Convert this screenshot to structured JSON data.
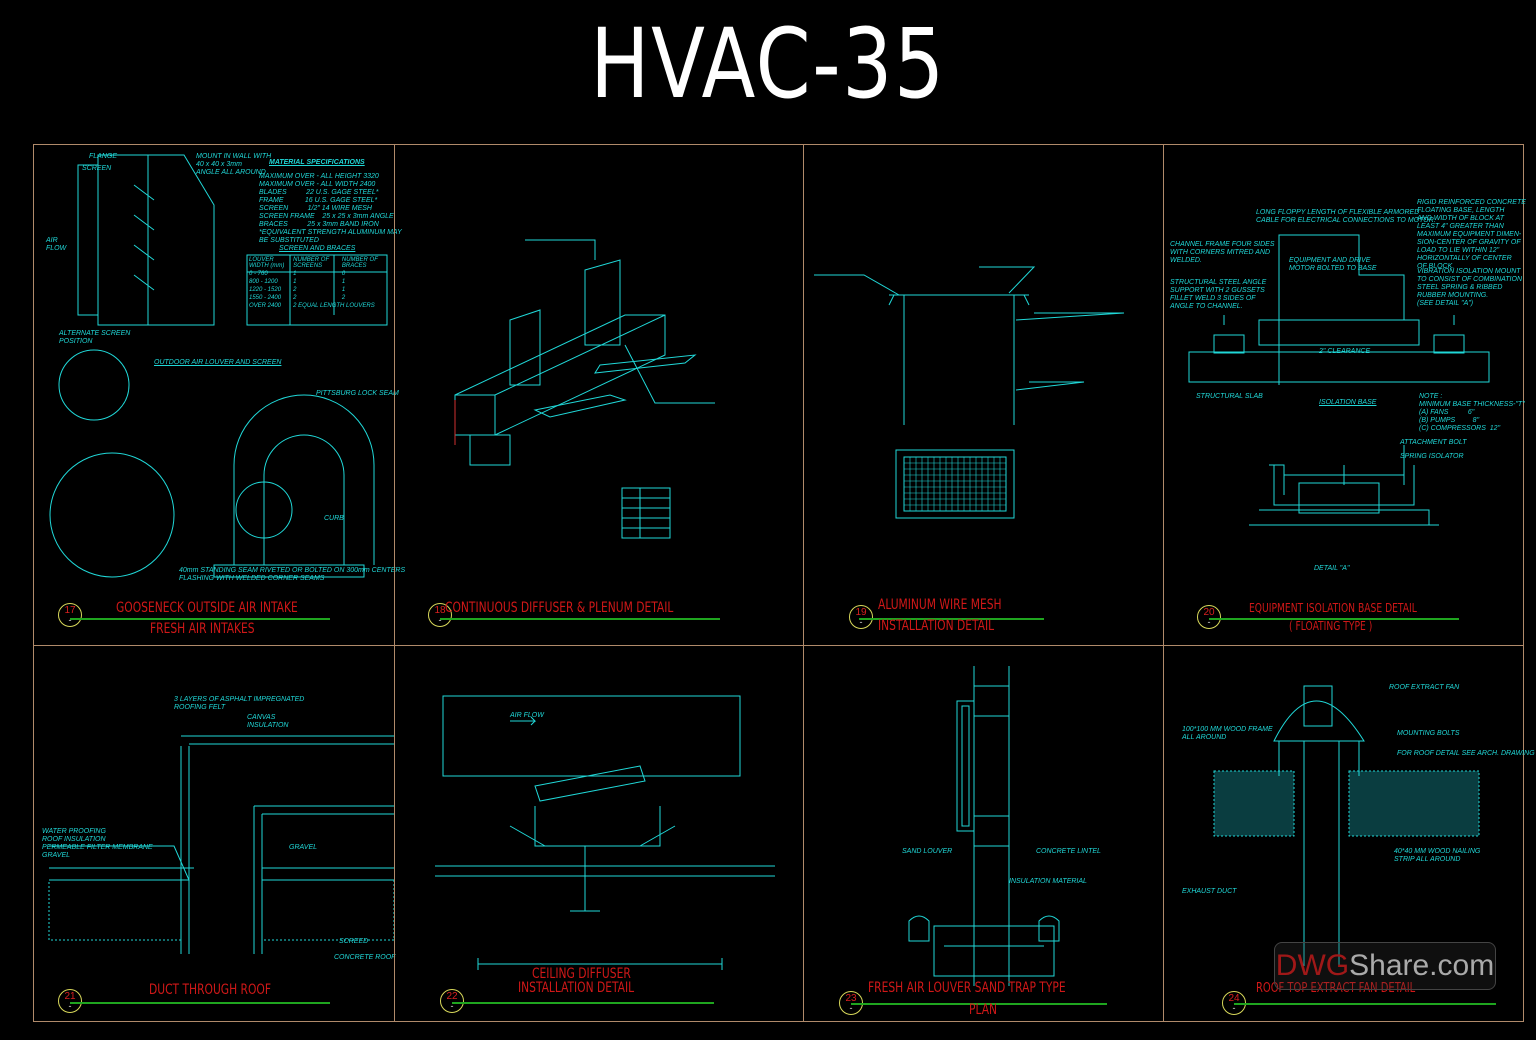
{
  "sheet_title": "HVAC-35",
  "watermark": {
    "brand_red": "DWG",
    "brand_gray": "Share.com"
  },
  "colors": {
    "linework": "#20d8d8",
    "title": "#d01818",
    "bubble": "#d8d85a",
    "underline": "#1fa51f",
    "border": "#b08a6a"
  },
  "details": [
    {
      "number": "17",
      "title": "GOOSENECK OUTSIDE AIR INTAKE",
      "subtitle": "FRESH AIR INTAKES",
      "labels": [
        "MATERIAL SPECIFICATIONS",
        "MAXIMUM OVER - ALL HEIGHT 3320\nMAXIMUM OVER - ALL WIDTH 2400\nBLADES          22 U.S. GAGE STEEL*\nFRAME           16 U.S. GAGE STEEL*\nSCREEN          1/2\" 14 WIRE MESH\nSCREEN FRAME    25 x 25 x 3mm ANGLE\nBRACES          25 x 3mm BAND IRON\n*EQUIVALENT STRENGTH ALUMINUM MAY\nBE SUBSTITUTED",
        "SCREEN AND BRACES",
        "OUTDOOR AIR LOUVER AND SCREEN",
        "PITTSBURG LOCK SEAM",
        "MOUNT IN WALL WITH\n40 x 40 x 3mm\nANGLE ALL AROUND",
        "FLANGE",
        "SCREEN",
        "AIR\nFLOW",
        "ALTERNATE SCREEN\nPOSITION",
        "CURB",
        "40mm STANDING SEAM RIVETED OR BOLTED ON 300mm CENTERS\nFLASHING WITH WELDED CORNER SEAMS"
      ],
      "table": {
        "headers": [
          "LOUVER WIDTH (mm)",
          "NUMBER OF SCREENS",
          "NUMBER OF BRACES"
        ],
        "rows": [
          [
            "0 - 760",
            "1",
            "0"
          ],
          [
            "800 - 1200",
            "1",
            "1"
          ],
          [
            "1220 - 1520",
            "2",
            "1"
          ],
          [
            "1550 - 2400",
            "2",
            "2"
          ],
          [
            "OVER 2400",
            "2 EQUAL LENGTH LOUVERS",
            ""
          ]
        ]
      }
    },
    {
      "number": "18",
      "title": "CONTINUOUS DIFFUSER & PLENUM DETAIL",
      "subtitle": "",
      "labels": []
    },
    {
      "number": "19",
      "title": "ALUMINUM WIRE MESH",
      "subtitle": "INSTALLATION DETAIL",
      "labels": []
    },
    {
      "number": "20",
      "title": "EQUIPMENT ISOLATION BASE DETAIL",
      "subtitle": "( FLOATING TYPE )",
      "labels": [
        "LONG FLOPPY LENGTH OF FLEXIBLE ARMORED\nCABLE FOR ELECTRICAL CONNECTIONS TO MOTOR.",
        "RIGID REINFORCED CONCRETE\nFLOATING BASE, LENGTH\nAND WIDTH OF BLOCK AT\nLEAST 4\" GREATER THAN\nMAXIMUM EQUIPMENT DIMEN-\nSION-CENTER OF GRAVITY OF\nLOAD TO LIE WITHIN 12\"\nHORIZONTALLY OF CENTER\nOF BLOCK.",
        "CHANNEL FRAME FOUR SIDES\nWITH CORNERS MITRED AND\nWELDED.",
        "EQUIPMENT AND DRIVE\nMOTOR BOLTED TO BASE",
        "STRUCTURAL STEEL ANGLE\nSUPPORT WITH 2 GUSSETS\nFILLET WELD 3 SIDES OF\nANGLE TO CHANNEL.",
        "VIBRATION ISOLATION MOUNT\nTO CONSIST OF COMBINATION\nSTEEL SPRING & RIBBED\nRUBBER MOUNTING.\n(SEE DETAIL \"A\")",
        "2\" CLEARANCE",
        "STRUCTURAL SLAB",
        "ISOLATION BASE",
        "NOTE :\nMINIMUM BASE THICKNESS-\"T\"\n(A) FANS          6\"\n(B) PUMPS         8\"\n(C) COMPRESSORS  12\"",
        "ATTACHMENT BOLT",
        "SPRING ISOLATOR",
        "DETAIL \"A\""
      ]
    },
    {
      "number": "21",
      "title": "DUCT THROUGH ROOF",
      "subtitle": "",
      "labels": [
        "3 LAYERS OF ASPHALT IMPREGNATED\nROOFING FELT",
        "CANVAS\nINSULATION",
        "WATER PROOFING\nROOF INSULATION\nPERMEABLE FILTER MEMBRANE\nGRAVEL",
        "GRAVEL",
        "SCREED",
        "CONCRETE ROOF"
      ]
    },
    {
      "number": "22",
      "title": "CEILING DIFFUSER",
      "subtitle": "INSTALLATION DETAIL",
      "labels": [
        "AIR FLOW"
      ]
    },
    {
      "number": "23",
      "title": "FRESH AIR LOUVER SAND TRAP TYPE",
      "subtitle": "PLAN",
      "labels": [
        "SAND LOUVER",
        "CONCRETE LINTEL",
        "INSULATION MATERIAL"
      ]
    },
    {
      "number": "24",
      "title": "ROOF TOP EXTRACT FAN DETAIL",
      "subtitle": "",
      "labels": [
        "ROOF EXTRACT FAN",
        "100*100 MM WOOD FRAME\nALL AROUND",
        "MOUNTING BOLTS",
        "FOR ROOF DETAIL SEE ARCH. DRAWING",
        "40*40 MM WOOD NAILING\nSTRIP ALL AROUND",
        "EXHAUST DUCT"
      ]
    }
  ]
}
